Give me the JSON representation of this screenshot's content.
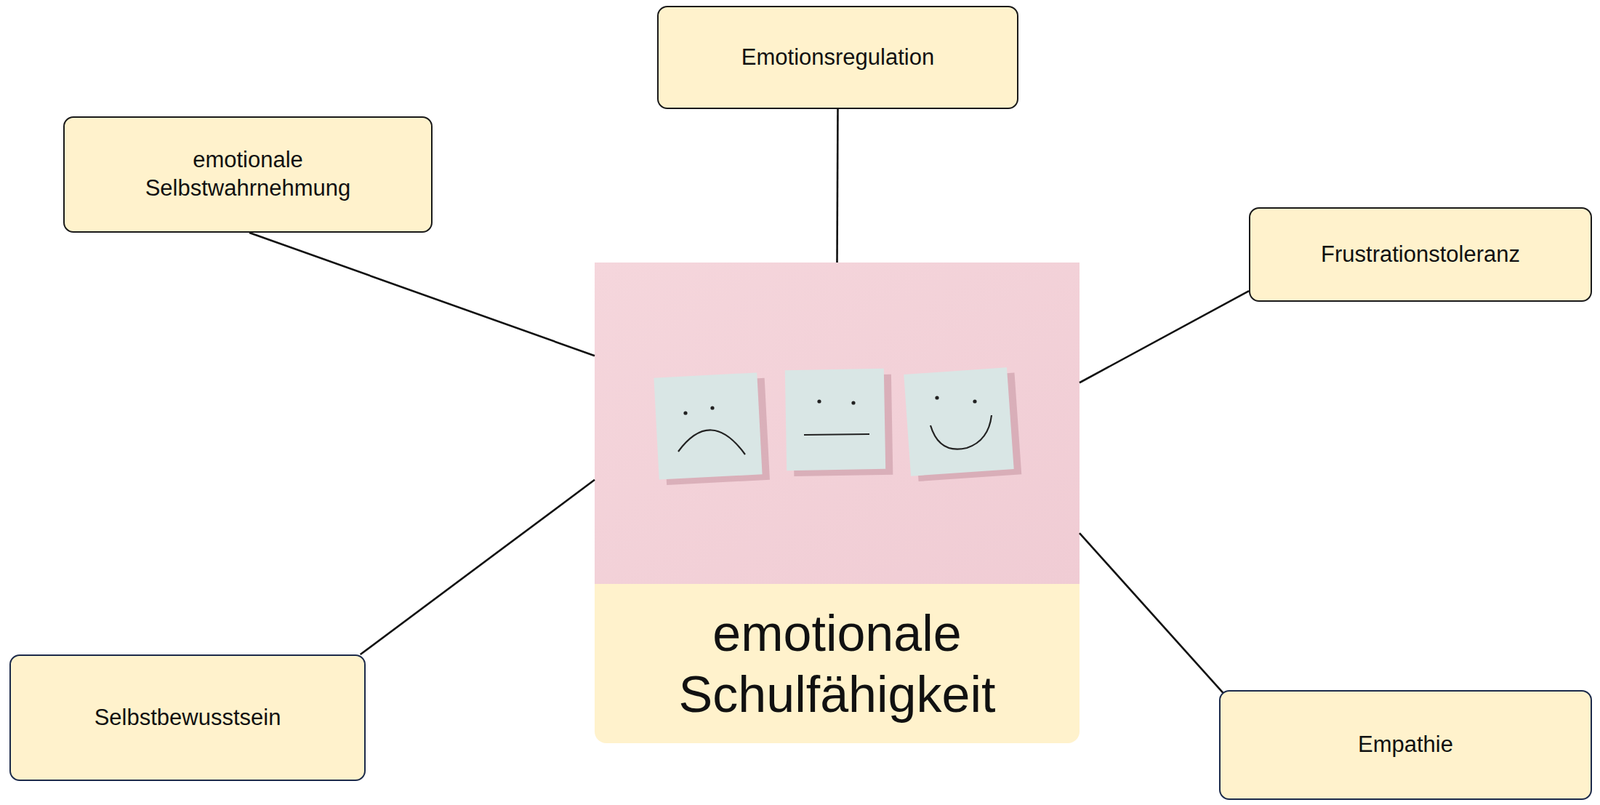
{
  "diagram": {
    "nodes": [
      {
        "text": [
          "Emotionsregulation"
        ]
      },
      {
        "text": [
          "emotionale Selbstwahrnehmung"
        ]
      },
      {
        "text": [
          "Frustrationstoleranz"
        ]
      },
      {
        "text": [
          "emotionale Schulfähigkeit"
        ]
      },
      {
        "text": [
          "Selbstbewusstsein"
        ]
      },
      {
        "text": [
          "Empathie"
        ]
      }
    ],
    "edges": [
      {
        "from": 3,
        "to": 0,
        "arrow": "none"
      },
      {
        "from": 3,
        "to": 1,
        "arrow": "none"
      },
      {
        "from": 3,
        "to": 2,
        "arrow": "none"
      },
      {
        "from": 3,
        "to": 4,
        "arrow": "none"
      },
      {
        "from": 3,
        "to": 5,
        "arrow": "none"
      }
    ]
  }
}
